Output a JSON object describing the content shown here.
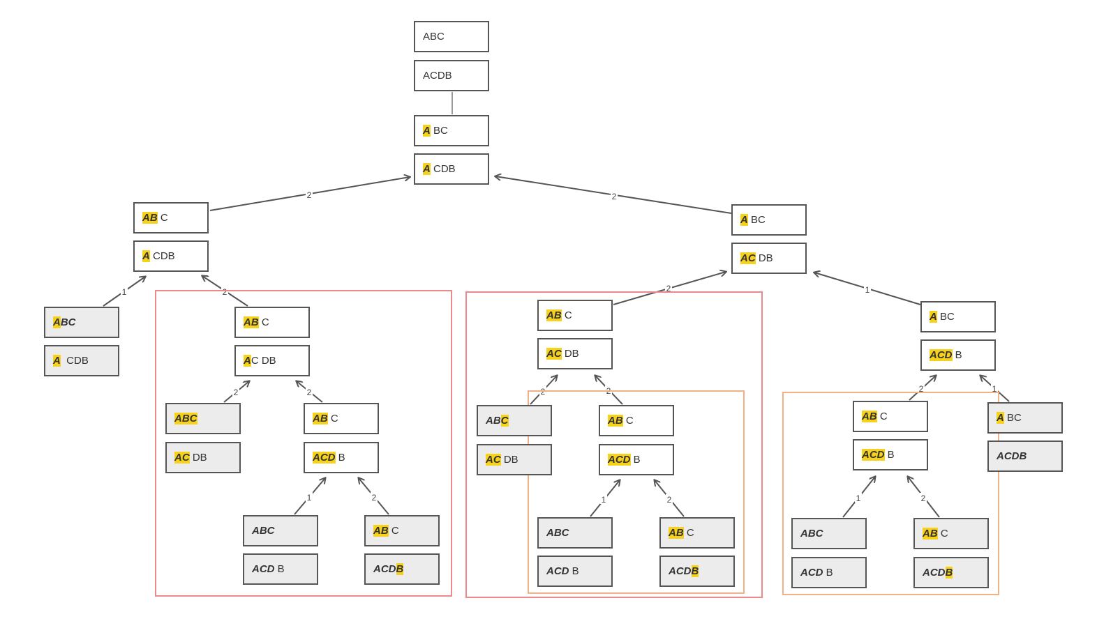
{
  "colors": {
    "highlight": "#f7d21c",
    "border": "#555555",
    "leaf_fill": "#ececec",
    "frame_red": "#ea8a8a",
    "frame_orange": "#f1b086"
  },
  "nodes": [
    {
      "id": "root_top",
      "hl": "",
      "rest": "ABC"
    },
    {
      "id": "root_bot",
      "hl": "",
      "rest": "ACDB"
    },
    {
      "id": "n1_top",
      "hl": "A",
      "rest": " BC"
    },
    {
      "id": "n1_bot",
      "hl": "A",
      "rest": " CDB"
    },
    {
      "id": "l1_top",
      "hl": "AB",
      "rest": " C"
    },
    {
      "id": "l1_bot",
      "hl": "A",
      "rest": " CDB"
    },
    {
      "id": "r1_top",
      "hl": "A",
      "rest": " BC"
    },
    {
      "id": "r1_bot",
      "hl": "AC",
      "rest": " DB"
    },
    {
      "id": "ll_top",
      "hl": "A",
      "bold": "BC",
      "rest": ""
    },
    {
      "id": "ll_bot",
      "hl": "A",
      "rest": "  CDB"
    },
    {
      "id": "lm_top",
      "hl": "AB",
      "rest": " C"
    },
    {
      "id": "lm_bot",
      "hl": "A",
      "rest": "C DB"
    },
    {
      "id": "lma_top",
      "hl": "ABC",
      "rest": ""
    },
    {
      "id": "lma_bot",
      "hl": "AC",
      "rest": " DB"
    },
    {
      "id": "lmb_top",
      "hl": "AB",
      "rest": " C"
    },
    {
      "id": "lmb_bot",
      "hl": "ACD",
      "rest": " B"
    },
    {
      "id": "lmb1_top",
      "hl": "",
      "bold": "ABC",
      "rest": ""
    },
    {
      "id": "lmb1_bot",
      "hl": "",
      "bold": "ACD",
      "rest": " B"
    },
    {
      "id": "lmb2_top",
      "hl": "AB",
      "rest": " C"
    },
    {
      "id": "lmb2_bot",
      "hl": "",
      "bold": "ACD",
      "hl2": "B",
      "rest": ""
    },
    {
      "id": "rm_top",
      "hl": "AB",
      "rest": " C"
    },
    {
      "id": "rm_bot",
      "hl": "AC",
      "rest": " DB"
    },
    {
      "id": "rma_top",
      "hl": "",
      "bold": "AB",
      "hl2": "C",
      "rest": ""
    },
    {
      "id": "rma_bot",
      "hl": "AC",
      "rest": " DB"
    },
    {
      "id": "rmb_top",
      "hl": "AB",
      "rest": " C"
    },
    {
      "id": "rmb_bot",
      "hl": "ACD",
      "rest": " B"
    },
    {
      "id": "rmb1_top",
      "hl": "",
      "bold": "ABC",
      "rest": ""
    },
    {
      "id": "rmb1_bot",
      "hl": "",
      "bold": "ACD",
      "rest": " B"
    },
    {
      "id": "rmb2_top",
      "hl": "AB",
      "rest": " C"
    },
    {
      "id": "rmb2_bot",
      "hl": "",
      "bold": "ACD",
      "hl2": "B",
      "rest": ""
    },
    {
      "id": "rr_top",
      "hl": "A",
      "rest": " BC"
    },
    {
      "id": "rr_bot",
      "hl": "ACD",
      "rest": " B"
    },
    {
      "id": "rra_top",
      "hl": "AB",
      "rest": " C"
    },
    {
      "id": "rra_bot",
      "hl": "ACD",
      "rest": " B"
    },
    {
      "id": "rrb_top",
      "hl": "A",
      "rest": " BC"
    },
    {
      "id": "rrb_bot",
      "hl": "",
      "bold": "ACDB",
      "rest": ""
    },
    {
      "id": "rra1_top",
      "hl": "",
      "bold": "ABC",
      "rest": ""
    },
    {
      "id": "rra1_bot",
      "hl": "",
      "bold": "ACD",
      "rest": " B"
    },
    {
      "id": "rra2_top",
      "hl": "AB",
      "rest": " C"
    },
    {
      "id": "rra2_bot",
      "hl": "",
      "bold": "ACD",
      "hl2": "B",
      "rest": ""
    }
  ],
  "edge_labels": {
    "e_l1": "2",
    "e_r1": "2",
    "e_ll": "1",
    "e_lm": "2",
    "e_lma": "2",
    "e_lmb": "2",
    "e_lmb1": "1",
    "e_lmb2": "2",
    "e_rm": "2",
    "e_rr": "1",
    "e_rma": "2",
    "e_rmb": "2",
    "e_rmb1": "1",
    "e_rmb2": "2",
    "e_rra": "2",
    "e_rrb": "1",
    "e_rra1": "1",
    "e_rra2": "2"
  }
}
